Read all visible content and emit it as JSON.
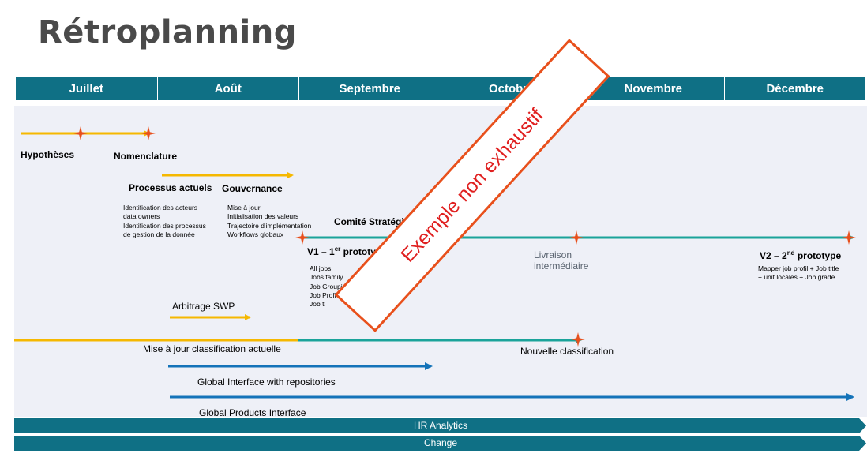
{
  "title": "Rétroplanning",
  "months": [
    "Juillet",
    "Août",
    "Septembre",
    "Octobre",
    "Novembre",
    "Décembre"
  ],
  "items": {
    "hypotheses": "Hypothèses",
    "nomenclature": "Nomenclature",
    "processus_actuels": "Processus actuels",
    "gouvernance": "Gouvernance",
    "processus_details": [
      "Identification des acteurs",
      "data owners",
      "Identification des processus",
      "de gestion de la donnée"
    ],
    "gouvernance_details": [
      "Mise à jour",
      "Initialisation des valeurs",
      "Trajectoire d'implémentation",
      "Workflows globaux"
    ],
    "comite": "Comité Stratégique",
    "v1_main": "V1 – 1",
    "v1_sup": "er",
    "v1_rest": " prototype",
    "v1_details": [
      "All jobs",
      "Jobs family",
      "Job Groupi",
      "Job Profi",
      "Job ti"
    ],
    "livraison": [
      "Livraison",
      "intermédiaire"
    ],
    "v2_main": "V2 – 2",
    "v2_sup": "nd",
    "v2_rest": " prototype",
    "v2_details": [
      "Mapper job profil + Job title",
      "+ unit locales + Job grade"
    ],
    "arbitrage": "Arbitrage SWP",
    "maj_classification": "Mise à jour classification actuelle",
    "nouvelle_classification": "Nouvelle classification",
    "global_interface": "Global Interface with repositories",
    "global_products": "Global Products Interface"
  },
  "bars": {
    "hr_analytics": "HR Analytics",
    "change": "Change"
  },
  "stamp": "Exemple non exhaustif",
  "colors": {
    "header": "#0f7085",
    "yellow": "#f5b800",
    "teal": "#1aa39a",
    "blue": "#1473b9",
    "star": "#e8501c",
    "stamp": "#e8501c"
  }
}
